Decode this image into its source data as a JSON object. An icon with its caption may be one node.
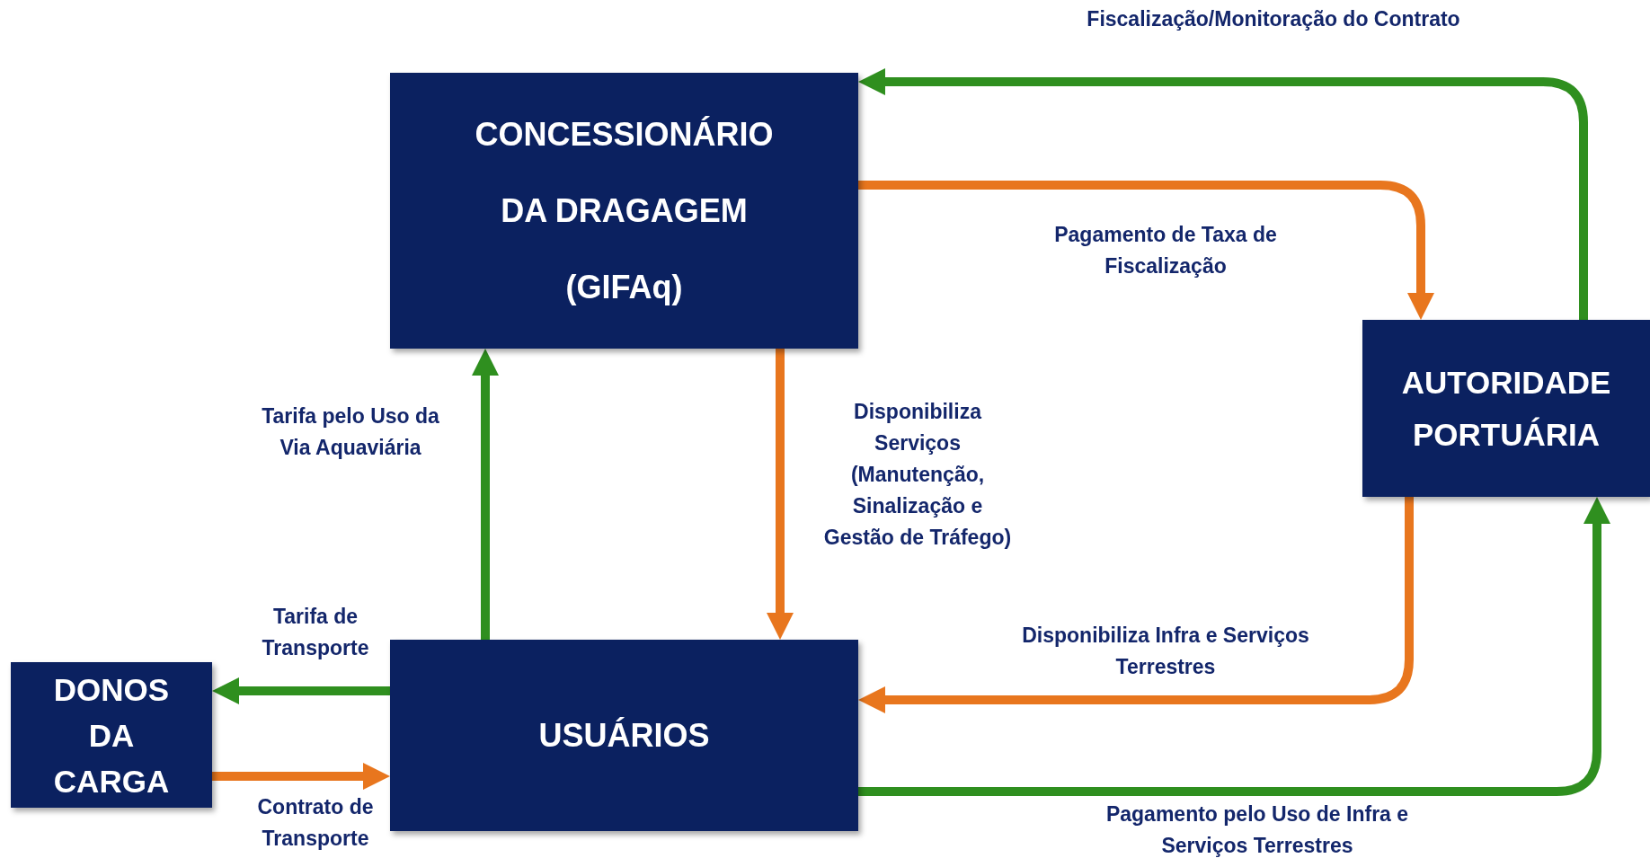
{
  "diagram": {
    "nodes": [
      {
        "text": [
          "CONCESSIONÁRIO DA DRAGAGEM (GIFAq)"
        ]
      },
      {
        "text": [
          "AUTORIDADE PORTUÁRIA"
        ]
      },
      {
        "text": [
          "DONOS DA CARGA"
        ]
      },
      {
        "text": [
          "USUÁRIOS"
        ]
      }
    ],
    "edges": [
      {
        "from": 1,
        "to": 0,
        "arrow": "to",
        "label": "Fiscalização/Monitoração do Contrato",
        "color": "#2f8f1f"
      },
      {
        "from": 0,
        "to": 1,
        "arrow": "to",
        "label": "Pagamento de Taxa de Fiscalização",
        "color": "#e8761e"
      },
      {
        "from": 3,
        "to": 0,
        "arrow": "to",
        "label": "Tarifa pelo Uso da Via Aquaviária",
        "color": "#2f8f1f"
      },
      {
        "from": 0,
        "to": 3,
        "arrow": "to",
        "label": "Disponibiliza Serviços (Manutenção, Sinalização e Gestão de Tráfego)",
        "color": "#e8761e"
      },
      {
        "from": 1,
        "to": 3,
        "arrow": "to",
        "label": "Disponibiliza Infra e Serviços Terrestres",
        "color": "#e8761e"
      },
      {
        "from": 3,
        "to": 1,
        "arrow": "to",
        "label": "Pagamento pelo Uso de Infra e Serviços Terrestres",
        "color": "#2f8f1f"
      },
      {
        "from": 3,
        "to": 2,
        "arrow": "to",
        "label": "Tarifa de Transporte",
        "color": "#2f8f1f"
      },
      {
        "from": 2,
        "to": 3,
        "arrow": "to",
        "label": "Contrato de Transporte",
        "color": "#e8761e"
      }
    ]
  }
}
